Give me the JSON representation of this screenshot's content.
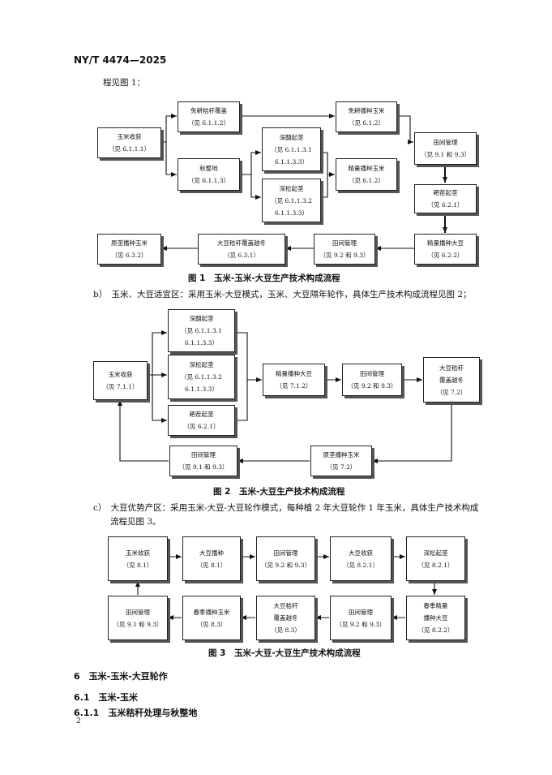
{
  "header": "NY/T 4474—2025",
  "intro": "程见图 1：",
  "fig1": {
    "caption": "图 1　玉米-玉米-大豆生产技术构成流程",
    "boxes": {
      "b1": {
        "l1": "玉米收获",
        "l2": "（见 6.1.1.1）"
      },
      "b2": {
        "l1": "免耕秸秆覆盖",
        "l2": "（见 6.1.1.2）"
      },
      "b3": {
        "l1": "免耕播种玉米",
        "l2": "（见 6.1.2）"
      },
      "b4": {
        "l1": "秋整地",
        "l2": "（见 6.1.1.3）"
      },
      "b5": {
        "l1": "深翻起垄",
        "l2": "（见 6.1.1.3.1",
        "l3": "6.1.1.3.3）"
      },
      "b6": {
        "l1": "深松起垄",
        "l2": "（见 6.1.1.3.2",
        "l3": "6.1.1.3.3）"
      },
      "b7": {
        "l1": "精量播种玉米",
        "l2": "（见 6.1.2）"
      },
      "b8": {
        "l1": "田间管理",
        "l2": "（见 9.1 和 9.3）"
      },
      "b9": {
        "l1": "耙茬起垄",
        "l2": "（见 6.2.1）"
      },
      "b10": {
        "l1": "精量播种大豆",
        "l2": "（见 6.2.2）"
      },
      "b11": {
        "l1": "田间管理",
        "l2": "（见 9.2 和 9.3）"
      },
      "b12": {
        "l1": "大豆秸秆覆盖越冬",
        "l2": "（见 6.3.1）"
      },
      "b13": {
        "l1": "原垄播种玉米",
        "l2": "（见 6.3.2）"
      }
    }
  },
  "para_b": "b）　玉米、大豆适宜区：采用玉米-大豆模式，玉米、大豆隔年轮作，具体生产技术构成流程见图 2；",
  "fig2": {
    "caption": "图 2　玉米-大豆生产技术构成流程",
    "boxes": {
      "c1": {
        "l1": "玉米收获",
        "l2": "（见 7.1.1）"
      },
      "c2": {
        "l1": "深翻起垄",
        "l2": "（见 6.1.1.3.1",
        "l3": "6.1.1.3.3）"
      },
      "c3": {
        "l1": "深松起垄",
        "l2": "（见 6.1.1.3.2",
        "l3": "6.1.1.3.3）"
      },
      "c4": {
        "l1": "耙茬起垄",
        "l2": "（见 6.2.1）"
      },
      "c5": {
        "l1": "精量播种大豆",
        "l2": "（见 7.1.2）"
      },
      "c6": {
        "l1": "田间管理",
        "l2": "（见 9.2 和 9.3）"
      },
      "c7": {
        "l1": "大豆秸秆",
        "l2": "覆盖越冬",
        "l3": "（见 7.2）"
      },
      "c8": {
        "l1": "原垄播种玉米",
        "l2": "（见 7.2）"
      },
      "c9": {
        "l1": "田间管理",
        "l2": "（见 9.1 和 9.3）"
      }
    }
  },
  "para_c1": "c）　大豆优势产区：采用玉米-大豆-大豆轮作模式，每种植 2 年大豆轮作 1 年玉米，具体生产技术构成",
  "para_c2": "流程见图 3。",
  "fig3": {
    "caption": "图 3　玉米-大豆-大豆生产技术构成流程",
    "boxes": {
      "d1": {
        "l1": "玉米收获",
        "l2": "（见 8.1）"
      },
      "d2": {
        "l1": "大豆播种",
        "l2": "（见 8.1）"
      },
      "d3": {
        "l1": "田间管理",
        "l2": "（见 9.2 和 9.3）"
      },
      "d4": {
        "l1": "大豆收获",
        "l2": "（见 8.2.1）"
      },
      "d5": {
        "l1": "深松起垄",
        "l2": "（见 8.2.1）"
      },
      "d6": {
        "l1": "田间管理",
        "l2": "（见 9.1 和 9.3）"
      },
      "d7": {
        "l1": "春季播种玉米",
        "l2": "（见 8.3）"
      },
      "d8": {
        "l1": "大豆秸秆",
        "l2": "覆盖越冬",
        "l3": "（见 8.3）"
      },
      "d9": {
        "l1": "田间管理",
        "l2": "（见 9.2 和 9.3）"
      },
      "d10": {
        "l1": "春季精量",
        "l2": "播种大豆",
        "l3": "（见 8.2.2）"
      }
    }
  },
  "sec6": "6　玉米-玉米-大豆轮作",
  "sec61": "6.1　玉米-玉米",
  "sec611": "6.1.1　玉米秸秆处理与秋整地",
  "page_number": "2"
}
